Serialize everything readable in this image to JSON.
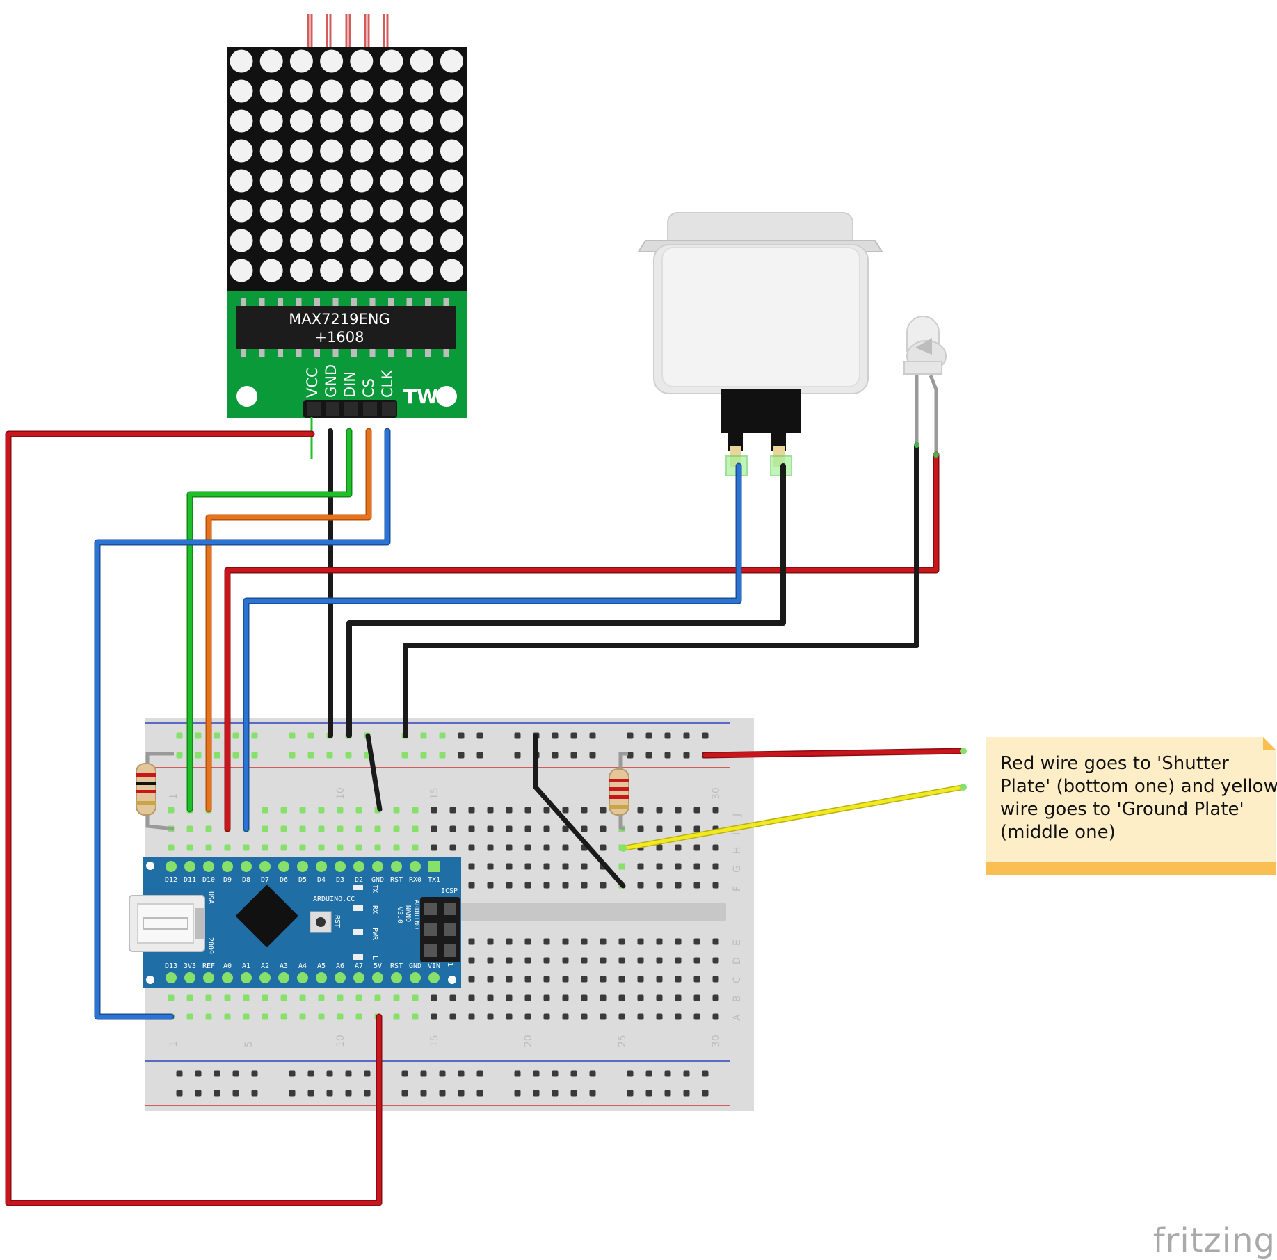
{
  "matrix_module": {
    "chip_line1": "MAX7219ENG",
    "chip_line2": "+1608",
    "pins": [
      "VCC",
      "GND",
      "DIN",
      "CS",
      "CLK"
    ],
    "brand": "TW"
  },
  "arduino": {
    "top_pins": [
      "D12",
      "D11",
      "D10",
      "D9",
      "D8",
      "D7",
      "D6",
      "D5",
      "D4",
      "D3",
      "D2",
      "GND",
      "RST",
      "RX0",
      "TX1"
    ],
    "bottom_pins": [
      "D13",
      "3V3",
      "REF",
      "A0",
      "A1",
      "A2",
      "A3",
      "A4",
      "A5",
      "A6",
      "A7",
      "5V",
      "RST",
      "GND",
      "VIN"
    ],
    "board_text": "ARDUINO.CC",
    "model_text": [
      "ARDUINO",
      "NANO",
      "V3.0"
    ],
    "icsp": "ICSP",
    "usa": "USA",
    "year": "2009",
    "rst_label": "RST",
    "leds": [
      "TX",
      "RX",
      "PWR",
      "L"
    ],
    "one": "1"
  },
  "breadboard": {
    "column_numbers": [
      "1",
      "5",
      "10",
      "15",
      "20",
      "25",
      "30"
    ],
    "row_letters_top": [
      "J",
      "I",
      "H",
      "G",
      "F"
    ],
    "row_letters_bottom": [
      "E",
      "D",
      "C",
      "B",
      "A"
    ]
  },
  "note": {
    "lines": [
      "Red wire goes to 'Shutter",
      "Plate' (bottom one) and yellow",
      "wire goes to 'Ground Plate'",
      "(middle one)"
    ]
  },
  "logo": "fritzing",
  "colors": {
    "red_wire": "#c8161d",
    "black_wire": "#1a1a1a",
    "green_wire": "#1fbf2a",
    "orange_wire": "#e8731d",
    "blue_wire": "#2b74d3",
    "yellow_wire": "#f2ea20",
    "pcb_green": "#0a9a3a",
    "nano_blue": "#1f6fa6",
    "note_bg": "#fdeec7",
    "note_bar": "#f9bf52"
  }
}
